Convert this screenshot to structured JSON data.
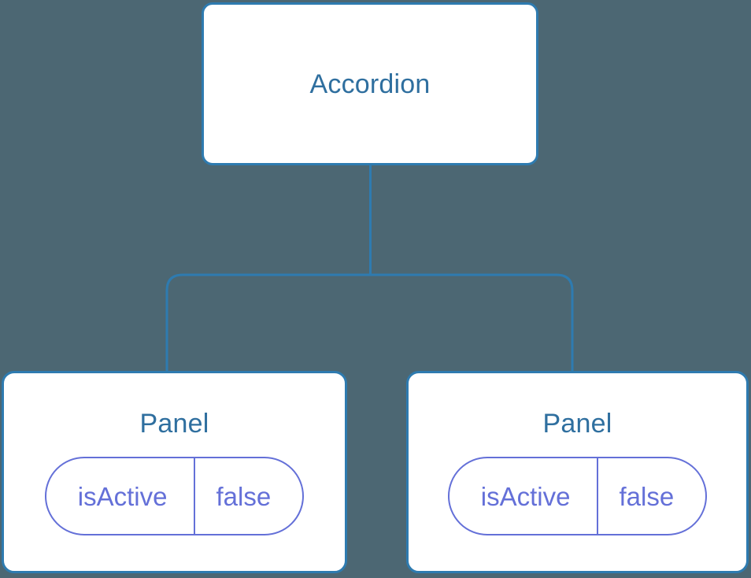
{
  "diagram": {
    "type": "component-tree",
    "background_color": "#4c6773",
    "node_border_color": "#2e7bb0",
    "node_fill_color": "#ffffff",
    "node_title_color": "#2f6f9f",
    "edge_color": "#2e7bb0",
    "property_color": "#6470d8",
    "root": {
      "title": "Accordion",
      "children_count": 2
    },
    "children": [
      {
        "title": "Panel",
        "properties": [
          {
            "key": "isActive",
            "value": "false"
          }
        ]
      },
      {
        "title": "Panel",
        "properties": [
          {
            "key": "isActive",
            "value": "false"
          }
        ]
      }
    ]
  }
}
